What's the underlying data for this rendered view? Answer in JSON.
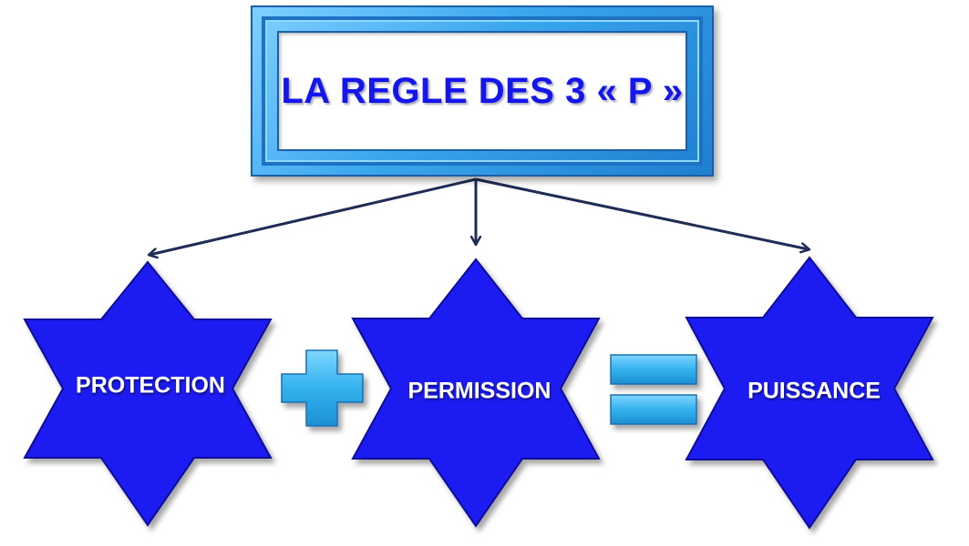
{
  "title": "LA REGLE DES 3 « P »",
  "stars": [
    {
      "label": "PROTECTION"
    },
    {
      "label": "PERMISSION"
    },
    {
      "label": "PUISSANCE"
    }
  ],
  "operators": {
    "plus": "plus-sign-icon",
    "equals": "equals-sign-icon"
  },
  "colors": {
    "title_text": "#1515ee",
    "frame": "#3aa6ee",
    "star_fill": "#1c1cf2",
    "star_outline": "#0a0a9a",
    "operator": "#33b2ee",
    "arrow": "#1f2c55"
  }
}
